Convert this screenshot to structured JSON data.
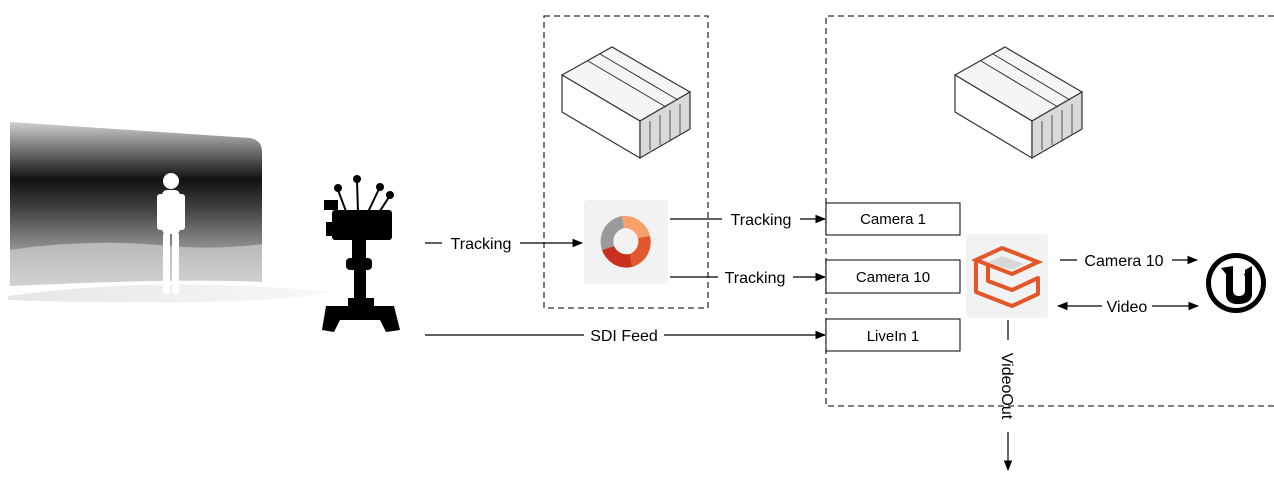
{
  "labels": {
    "tracking_camera": "Tracking",
    "tracking_cam1": "Tracking",
    "tracking_cam10": "Tracking",
    "sdi_feed": "SDI Feed",
    "camera10_out": "Camera 10",
    "video": "Video",
    "video_out": "VideoOut"
  },
  "boxes": {
    "camera1": "Camera 1",
    "camera10": "Camera 10",
    "livein1": "LiveIn 1"
  },
  "icons": {
    "studio": "green-screen-studio-icon",
    "camera": "tracked-camera-icon",
    "server_left": "server-icon",
    "server_right": "server-icon",
    "tracking_app": "tracking-software-logo-icon",
    "compositor_app": "compositor-logo-icon",
    "engine": "unreal-engine-4-logo-icon"
  },
  "colors": {
    "tracking_logo": "#e2572b",
    "compositor_logo": "#e4552a",
    "line": "#000000",
    "dashed_border": "#333333"
  }
}
